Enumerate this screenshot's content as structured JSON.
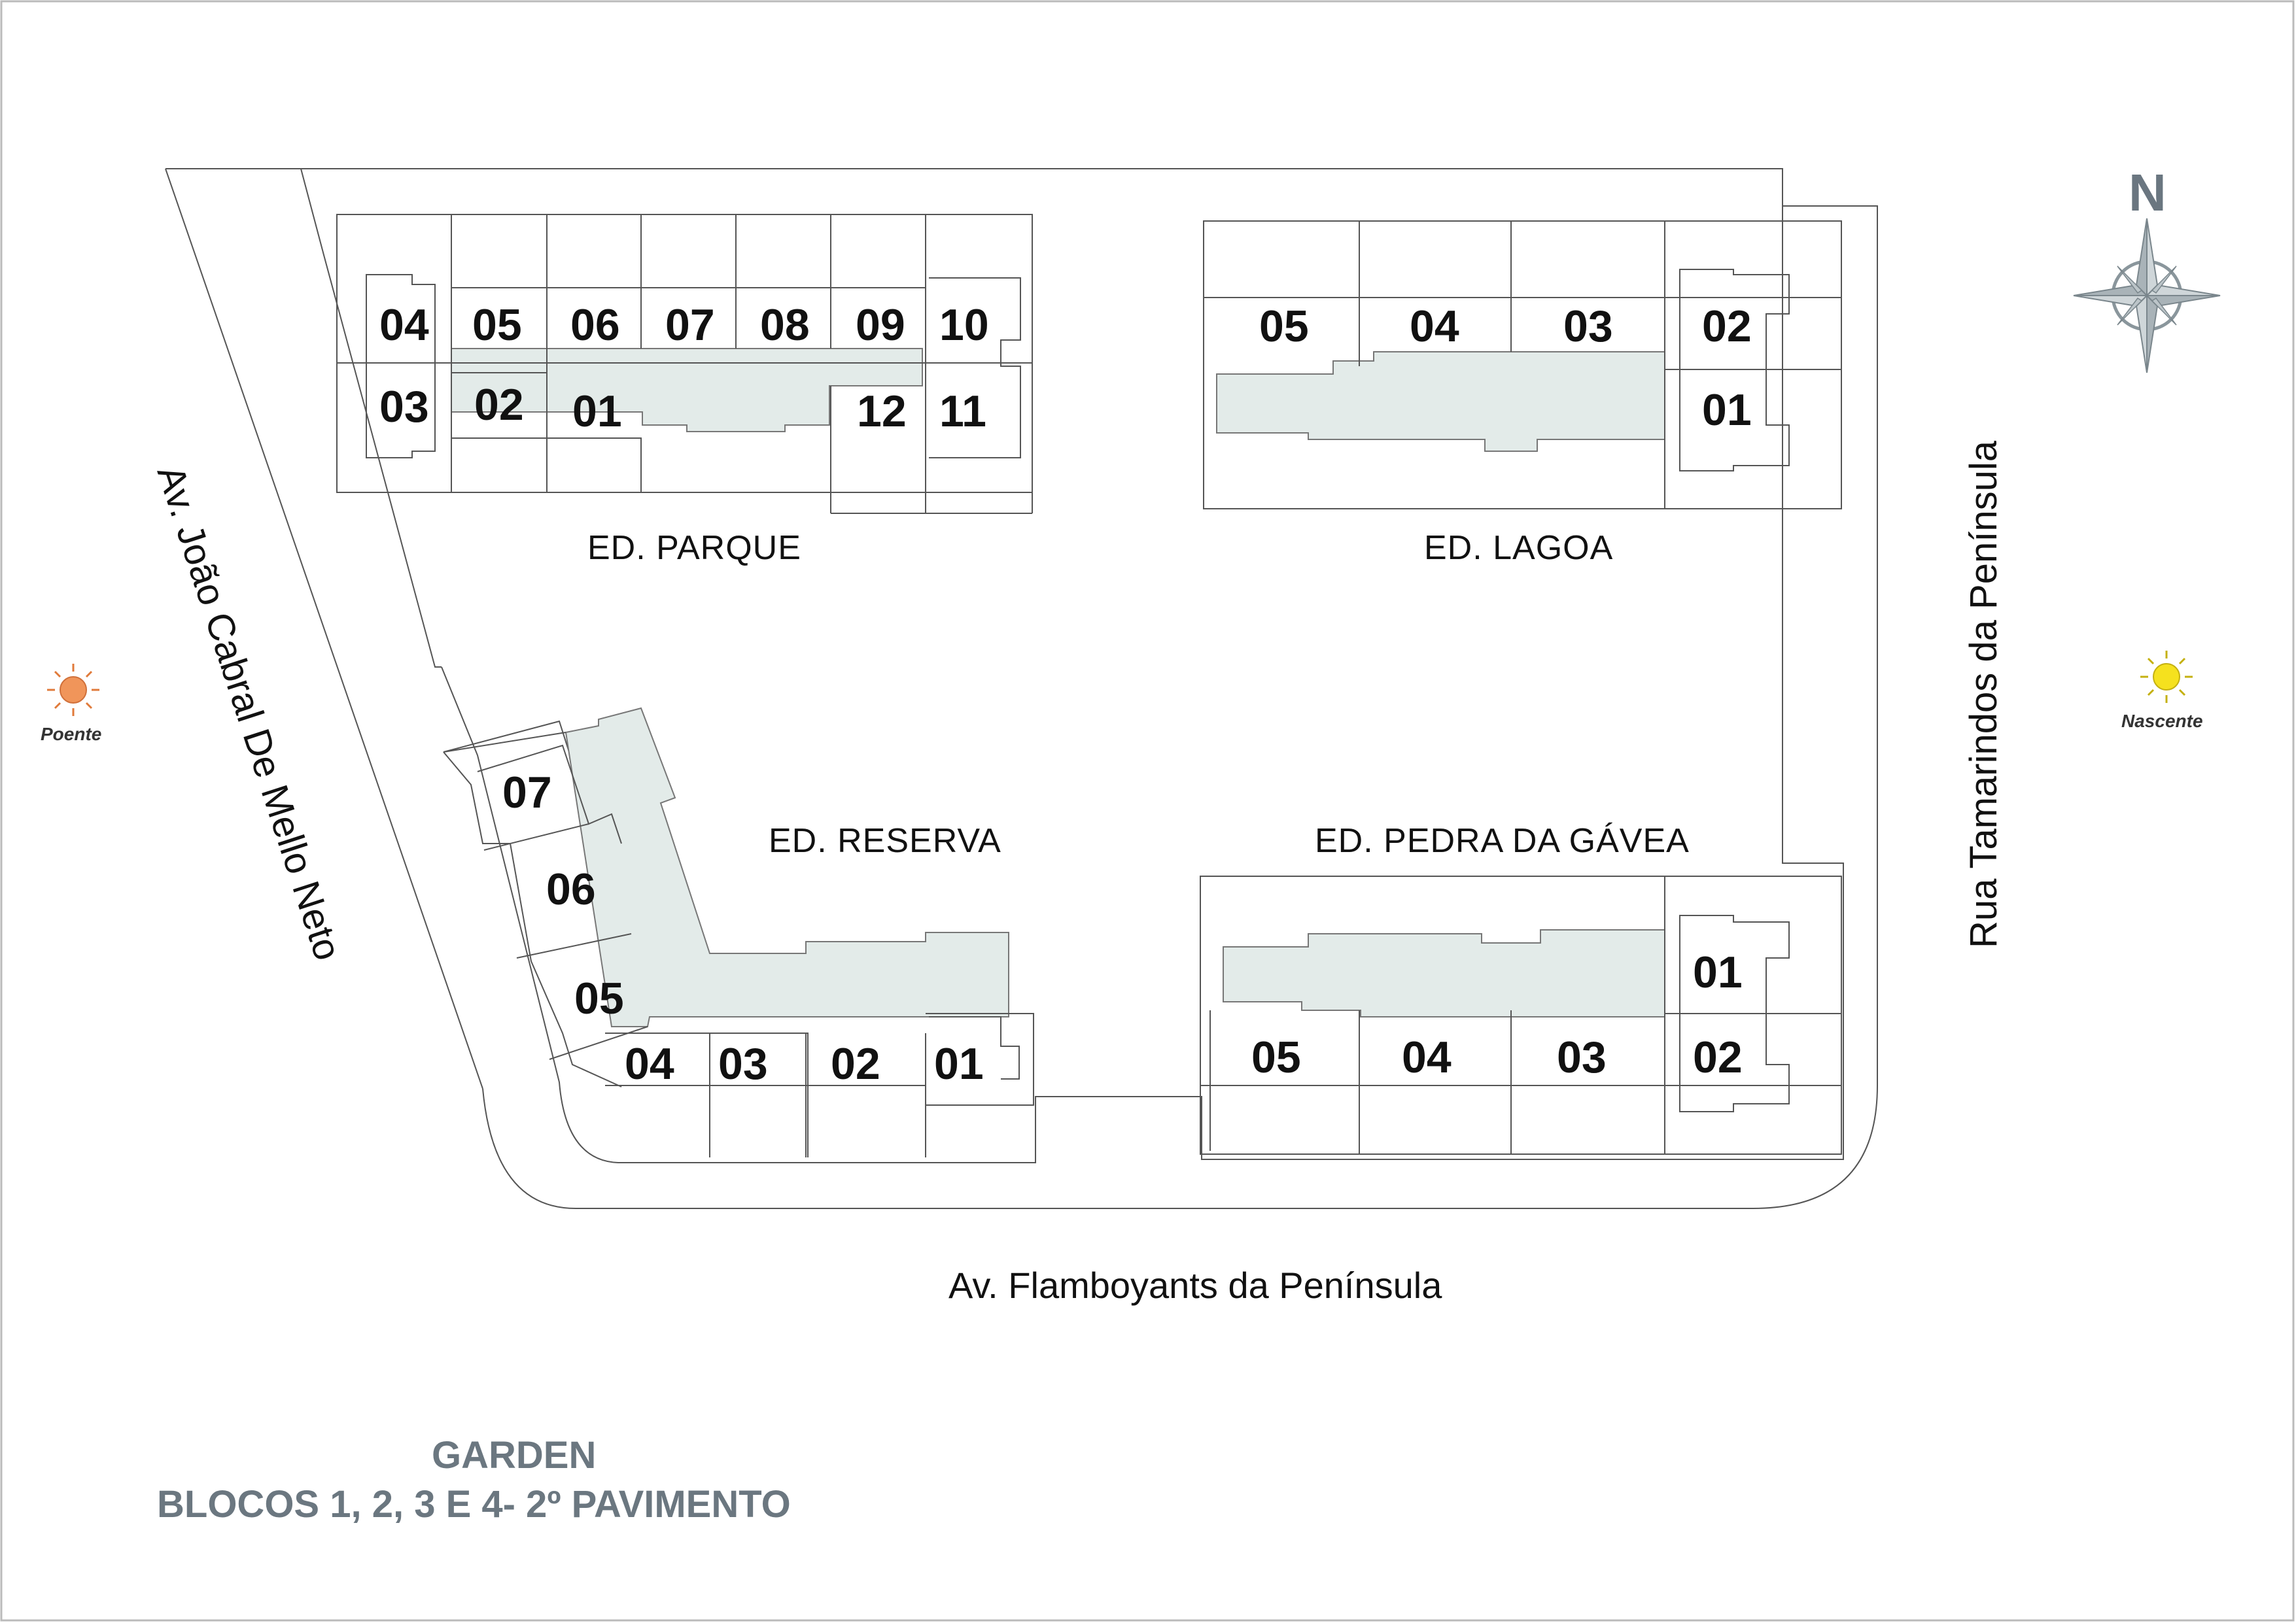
{
  "buildings": {
    "parque": {
      "name": "ED. PARQUE",
      "units": [
        "04",
        "05",
        "06",
        "07",
        "08",
        "09",
        "10",
        "03",
        "02",
        "01",
        "12",
        "11"
      ]
    },
    "lagoa": {
      "name": "ED. LAGOA",
      "units": [
        "05",
        "04",
        "03",
        "02",
        "01"
      ]
    },
    "reserva": {
      "name": "ED. RESERVA",
      "units": [
        "07",
        "06",
        "05",
        "04",
        "03",
        "02",
        "01"
      ]
    },
    "pedra": {
      "name": "ED. PEDRA DA GÁVEA",
      "units": [
        "01",
        "05",
        "04",
        "03",
        "02"
      ]
    }
  },
  "streets": {
    "west": "Av. João Cabral De Mello Neto",
    "east": "Rua Tamarindos da Península",
    "south": "Av. Flamboyants da Península"
  },
  "compass": {
    "north": "N"
  },
  "sun": {
    "west": "Poente",
    "east": "Nascente",
    "west_color": "#f0955a",
    "east_color": "#f5e11e"
  },
  "title": {
    "line1": "GARDEN",
    "line2": "BLOCOS 1, 2, 3 E 4- 2º PAVIMENTO"
  },
  "colors": {
    "corridor": "#e3ebe9",
    "title": "#6b7780"
  }
}
